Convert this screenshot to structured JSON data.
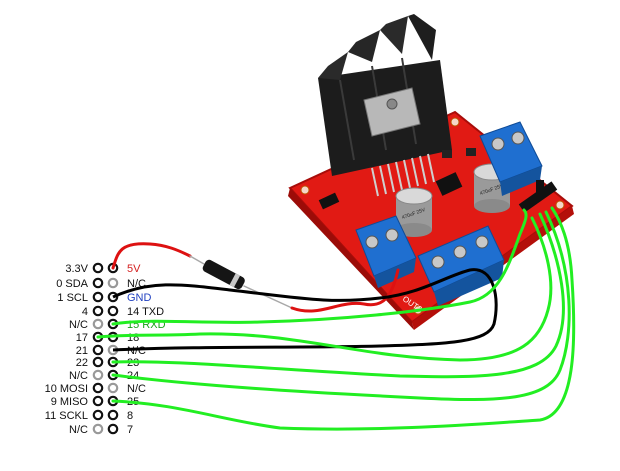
{
  "gpio_header": {
    "rows": [
      {
        "left": "3.3V",
        "right": "5V"
      },
      {
        "left": "0 SDA",
        "right": "N/C"
      },
      {
        "left": "1 SCL",
        "right": "GND"
      },
      {
        "left": "4",
        "right": "14 TXD"
      },
      {
        "left": "N/C",
        "right": "15 RXD"
      },
      {
        "left": "17",
        "right": "18"
      },
      {
        "left": "21",
        "right": "N/C"
      },
      {
        "left": "22",
        "right": "23"
      },
      {
        "left": "N/C",
        "right": "24"
      },
      {
        "left": "10 MOSI",
        "right": "N/C"
      },
      {
        "left": "9 MISO",
        "right": "25"
      },
      {
        "left": "11 SCKL",
        "right": "8"
      },
      {
        "left": "N/C",
        "right": "7"
      }
    ],
    "label_colors": {
      "5V": "#d42020",
      "GND": "#2040c0",
      "15 RXD": "#18a018"
    }
  },
  "board": {
    "out_label": "OUT2",
    "capacitor_text": "470uF 25V"
  },
  "wire_colors": {
    "power": "#dd1111",
    "ground": "#000000",
    "signal": "#22ee22"
  }
}
